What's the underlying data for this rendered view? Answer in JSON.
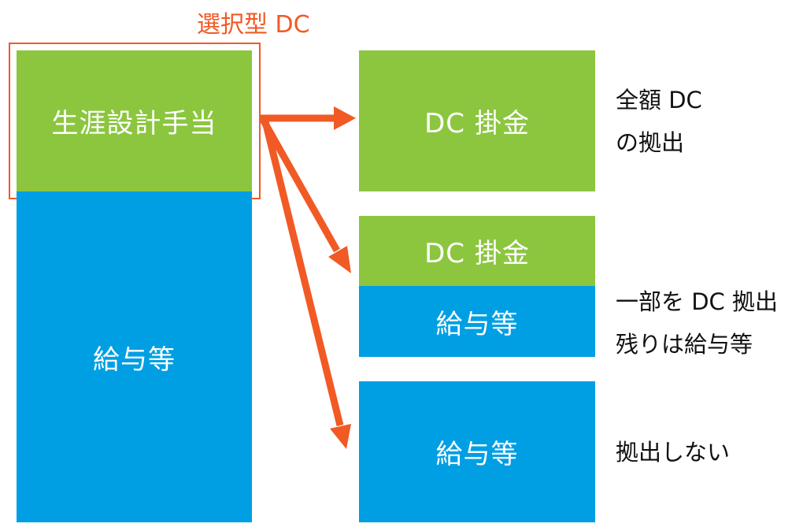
{
  "title": "選択型 DC",
  "left": {
    "top_label": "生涯設計手当",
    "bottom_label": "給与等"
  },
  "options": [
    {
      "blocks": [
        "DC 掛金"
      ],
      "description": [
        "全額 DC",
        "の拠出"
      ]
    },
    {
      "blocks": [
        "DC 掛金",
        "給与等"
      ],
      "description": [
        "一部を DC 拠出",
        "残りは給与等"
      ]
    },
    {
      "blocks": [
        "給与等"
      ],
      "description": [
        "拠出しない"
      ]
    }
  ],
  "colors": {
    "accent": "#F15A24",
    "green": "#8CC63F",
    "blue": "#009FE3"
  }
}
